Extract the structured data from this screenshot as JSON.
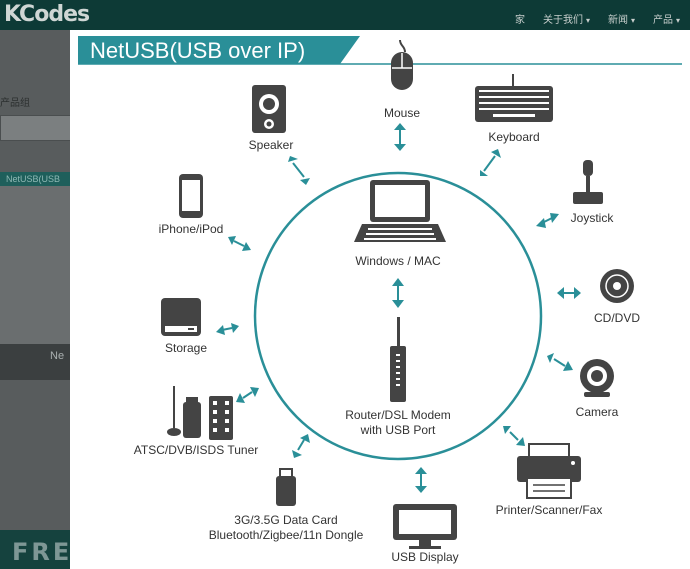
{
  "header": {
    "logo": "KCodes",
    "nav": [
      {
        "label": "家",
        "caret": false
      },
      {
        "label": "关于我们",
        "caret": true
      },
      {
        "label": "新闻",
        "caret": true
      },
      {
        "label": "产品",
        "caret": true
      }
    ]
  },
  "background": {
    "label": "产品组",
    "tab": "NetUSB(USB",
    "dark_text": "Ne"
  },
  "watermark": "FREEBUF",
  "modal": {
    "title": "NetUSB(USB over IP)",
    "accent": "#2a8f98",
    "center": {
      "top_label": "Windows / MAC",
      "bottom_label_1": "Router/DSL Modem",
      "bottom_label_2": "with USB Port"
    },
    "devices": {
      "mouse": "Mouse",
      "keyboard": "Keyboard",
      "speaker": "Speaker",
      "joystick": "Joystick",
      "iphone": "iPhone/iPod",
      "cd": "CD/DVD",
      "storage": "Storage",
      "camera": "Camera",
      "tuner": "ATSC/DVB/ISDS Tuner",
      "printer": "Printer/Scanner/Fax",
      "datacard_1": "3G/3.5G Data Card",
      "datacard_2": "Bluetooth/Zigbee/11n Dongle",
      "display": "USB Display"
    }
  }
}
